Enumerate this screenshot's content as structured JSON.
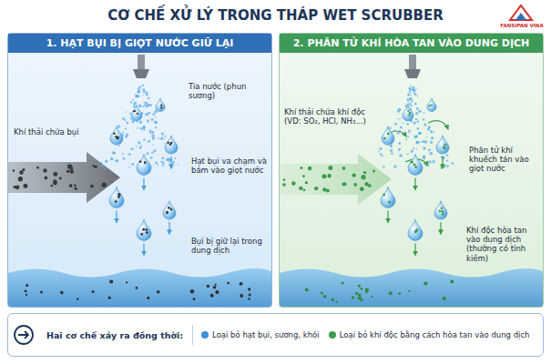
{
  "diagram": {
    "title": "CƠ CHẾ XỬ LÝ TRONG THÁP WET SCRUBBER",
    "nodes": [
      {
        "text": [
          "1. HẠT BỤI BỊ GIỌT NƯỚC GIỮ LẠI"
        ]
      },
      {
        "text": [
          "2. PHÂN TỬ KHÍ HÒA TAN VÀO DUNG DỊCH"
        ]
      },
      {
        "text": [
          "Hai cơ chế xảy ra đồng thời:"
        ]
      }
    ],
    "labels": [
      "FANSIPAN VINA",
      "Tia nước (phun sương)",
      "Khí thải chứa bụi",
      "Hạt bụi va chạm và bám vào giọt nước",
      "Bụi bị giữ lại trong dung dịch",
      "Khí thải chứa khí độc (VD: SO₂, HCl, NH₃...)",
      "Phân tử khí khuếch tán vào giọt nước",
      "Khí độc hòa tan vào dung dịch (thường có tính kiềm)"
    ],
    "legend": [
      {
        "text": "Loại bỏ hạt bụi, sương, khói",
        "color": "#3f8fd8"
      },
      {
        "text": "Loại bỏ khí độc bằng cách hòa tan vào dung dịch",
        "color": "#3f9b4a"
      }
    ]
  }
}
